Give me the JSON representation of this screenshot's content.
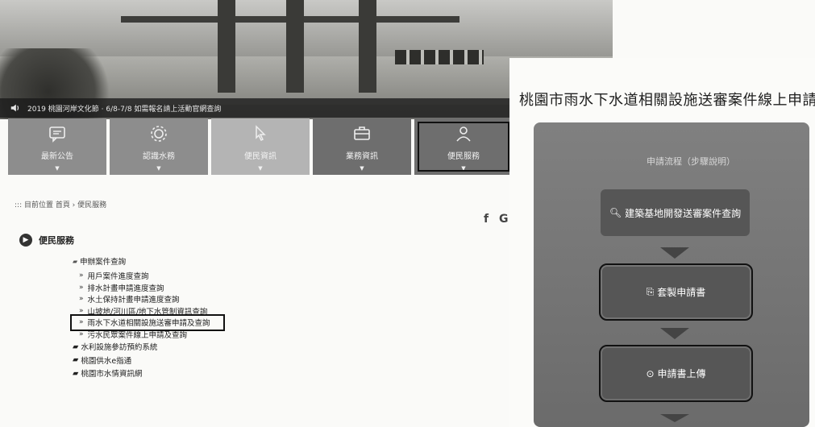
{
  "banner": {
    "marquee_text": "2019 桃園河岸文化節 · 6/8-7/8 如需報名請上活動官網查詢"
  },
  "main_menu": [
    {
      "label": "最新公告",
      "icon": "chat-bubble-icon",
      "style": "normal"
    },
    {
      "label": "認識水務",
      "icon": "gear-icon",
      "style": "normal"
    },
    {
      "label": "便民資訊",
      "icon": "cursor-icon",
      "style": "light"
    },
    {
      "label": "業務資訊",
      "icon": "briefcase-icon",
      "style": "dark"
    },
    {
      "label": "便民服務",
      "icon": "person-icon",
      "style": "dark"
    }
  ],
  "breadcrumb": "::: 目前位置 首頁 › 便民服務",
  "social": "f G",
  "section": {
    "title": "便民服務"
  },
  "tree": {
    "group1": "申辦案件查詢",
    "items": [
      "用戶案件進度查詢",
      "排水計畫申請進度查詢",
      "水土保持計畫申請進度查詢",
      "山坡地/河川區/地下水管制資訊查詢",
      "雨水下水道相關設施送審申請及查詢",
      "污水民眾案件線上申請及查詢"
    ],
    "highlight_index": 4,
    "more_groups": [
      "水利設施參訪預約系統",
      "桃園供水e指通",
      "桃園市水情資訊網"
    ]
  },
  "panel": {
    "title": "桃園市雨水下水道相關設施送審案件線上申請",
    "flow_caption": "申請流程（步驟說明）",
    "steps": [
      {
        "label": "建築基地開發送審案件查詢",
        "icon": "search-icon",
        "framed": false
      },
      {
        "label": "套製申請書",
        "icon": "document-icon",
        "framed": true
      },
      {
        "label": "申請書上傳",
        "icon": "upload-icon",
        "framed": true
      }
    ]
  }
}
